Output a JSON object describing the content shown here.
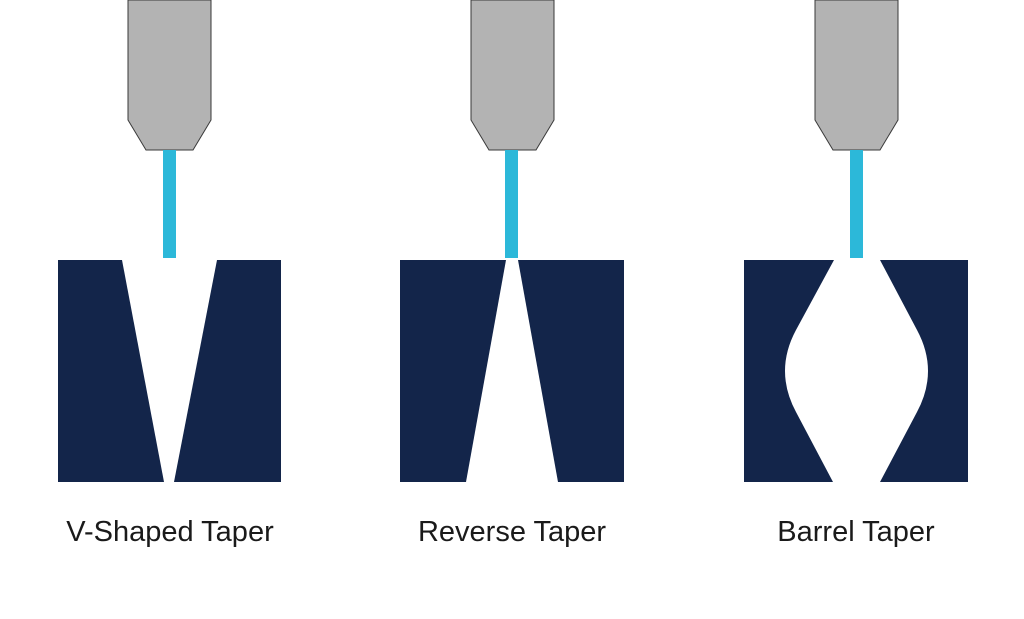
{
  "colors": {
    "nozzle_fill": "#b3b3b3",
    "nozzle_stroke": "#3a3a3a",
    "jet": "#2cb8d9",
    "material": "#13254a",
    "background": "#ffffff"
  },
  "panels": [
    {
      "label": "V-Shaped Taper",
      "profile": "v-shaped"
    },
    {
      "label": "Reverse Taper",
      "profile": "reverse"
    },
    {
      "label": "Barrel Taper",
      "profile": "barrel"
    }
  ]
}
